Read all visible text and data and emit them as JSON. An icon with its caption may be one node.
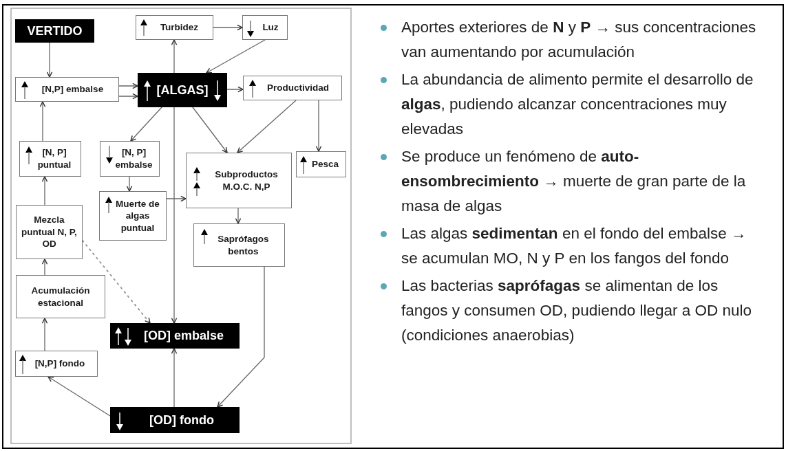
{
  "diagram": {
    "nodes": [
      {
        "text": [
          "VERTIDO"
        ]
      },
      {
        "text": [
          "Turbidez"
        ]
      },
      {
        "text": [
          "Luz"
        ]
      },
      {
        "text": [
          "[N,P] embalse"
        ]
      },
      {
        "text": [
          "[ALGAS]"
        ]
      },
      {
        "text": [
          "Productividad"
        ]
      },
      {
        "text": [
          "[N, P] puntual"
        ]
      },
      {
        "text": [
          "[N, P] embalse"
        ]
      },
      {
        "text": [
          "Subproductos M.O.C. N,P"
        ]
      },
      {
        "text": [
          "Pesca"
        ]
      },
      {
        "text": [
          "Muerte de algas puntual"
        ]
      },
      {
        "text": [
          "Mezcla puntual N, P, OD"
        ]
      },
      {
        "text": [
          "Saprófagos bentos"
        ]
      },
      {
        "text": [
          "Acumulación estacional"
        ]
      },
      {
        "text": [
          "[OD] embalse"
        ]
      },
      {
        "text": [
          "[N,P] fondo"
        ]
      },
      {
        "text": [
          "[OD] fondo"
        ]
      }
    ],
    "edges": [
      {
        "from": 0,
        "to": 3,
        "arrow": "to"
      },
      {
        "from": 3,
        "to": 4,
        "arrow": "to"
      },
      {
        "from": 3,
        "to": 4,
        "arrow": "to"
      },
      {
        "from": 4,
        "to": 1,
        "arrow": "to"
      },
      {
        "from": 4,
        "to": 14,
        "arrow": "to"
      },
      {
        "from": 1,
        "to": 2,
        "arrow": "to"
      },
      {
        "from": 2,
        "to": 4,
        "arrow": "to"
      },
      {
        "from": 4,
        "to": 5,
        "arrow": "to"
      },
      {
        "from": 4,
        "to": 7,
        "arrow": "to"
      },
      {
        "from": 4,
        "to": 8,
        "arrow": "to"
      },
      {
        "from": 5,
        "to": 8,
        "arrow": "to"
      },
      {
        "from": 5,
        "to": 9,
        "arrow": "to"
      },
      {
        "from": 7,
        "to": 10,
        "arrow": "to"
      },
      {
        "from": 10,
        "to": 8,
        "arrow": "to"
      },
      {
        "from": 8,
        "to": 12,
        "arrow": "to"
      },
      {
        "from": 12,
        "to": 16,
        "arrow": "to"
      },
      {
        "from": 16,
        "to": 14,
        "arrow": "to"
      },
      {
        "from": 16,
        "to": 15,
        "arrow": "to"
      },
      {
        "from": 15,
        "to": 13,
        "arrow": "to"
      },
      {
        "from": 13,
        "to": 11,
        "arrow": "to"
      },
      {
        "from": 11,
        "to": 6,
        "arrow": "to"
      },
      {
        "from": 6,
        "to": 3,
        "arrow": "to"
      },
      {
        "from": 11,
        "to": 14,
        "arrow": "to",
        "style": "dashed"
      }
    ],
    "labels": [
      "Aportes exteriores de **N** y **P** → sus concentraciones van aumentando por acumulación",
      "La abundancia de alimento permite el desarrollo de **algas**, pudiendo alcanzar concentraciones muy elevadas",
      "Se produce un fenómeno de **auto-ensombrecimiento** → muerte de gran parte de la masa de algas",
      "Las algas **sedimentan** en el fondo del embalse → se acumulan MO, N y P en los fangos del fondo",
      "Las bacterias **saprófagas** se alimentan de los fangos y consumen OD, pudiendo llegar a OD nulo (condiciones anaerobias)"
    ]
  }
}
